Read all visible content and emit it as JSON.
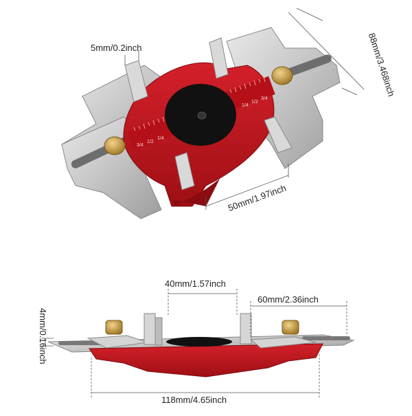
{
  "top_view": {
    "dim_thickness_tab": "5mm/0.2inch",
    "dim_width": "88mm/3.468inch",
    "dim_center": "50mm/1.97inch",
    "ruler_ticks": [
      "3/4",
      "1/2",
      "1/4",
      "1/4",
      "1/2",
      "3/4"
    ]
  },
  "side_view": {
    "dim_center": "40mm/1.57inch",
    "dim_right": "60mm/2.36inch",
    "dim_thickness": "4mm/0.16inch",
    "dim_length": "118mm/4.65inch"
  },
  "colors": {
    "red": "#c8141c",
    "steel": "#cfcfcf",
    "brass": "#c9a24a",
    "black": "#111111"
  }
}
